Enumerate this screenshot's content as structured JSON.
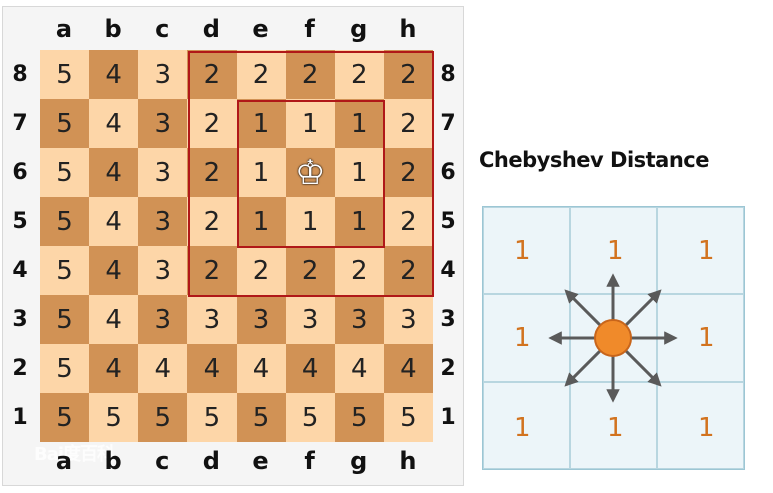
{
  "board": {
    "files": [
      "a",
      "b",
      "c",
      "d",
      "e",
      "f",
      "g",
      "h"
    ],
    "ranks": [
      "8",
      "7",
      "6",
      "5",
      "4",
      "3",
      "2",
      "1"
    ],
    "rows": [
      [
        "5",
        "4",
        "3",
        "2",
        "2",
        "2",
        "2",
        "2"
      ],
      [
        "5",
        "4",
        "3",
        "2",
        "1",
        "1",
        "1",
        "2"
      ],
      [
        "5",
        "4",
        "3",
        "2",
        "1",
        "",
        "1",
        "2"
      ],
      [
        "5",
        "4",
        "3",
        "2",
        "1",
        "1",
        "1",
        "2"
      ],
      [
        "5",
        "4",
        "3",
        "2",
        "2",
        "2",
        "2",
        "2"
      ],
      [
        "5",
        "4",
        "3",
        "3",
        "3",
        "3",
        "3",
        "3"
      ],
      [
        "5",
        "4",
        "4",
        "4",
        "4",
        "4",
        "4",
        "4"
      ],
      [
        "5",
        "5",
        "5",
        "5",
        "5",
        "5",
        "5",
        "5"
      ]
    ],
    "king": {
      "file": "f",
      "rank": "6",
      "glyph": "♔",
      "icon": "white-king-icon"
    },
    "colors": {
      "light": "#fdd6a8",
      "dark": "#d19255",
      "highlight": "#b01818"
    }
  },
  "watermark": {
    "text": "Bai度百科"
  },
  "chebyshev": {
    "title": "Chebyshev Distance",
    "cells": [
      "1",
      "1",
      "1",
      "1",
      "",
      "1",
      "1",
      "1",
      "1"
    ],
    "colors": {
      "value": "#d2731f",
      "center": "#f08a2a",
      "arrow": "#5a5a5a",
      "grid": "#b8d6e0"
    }
  }
}
